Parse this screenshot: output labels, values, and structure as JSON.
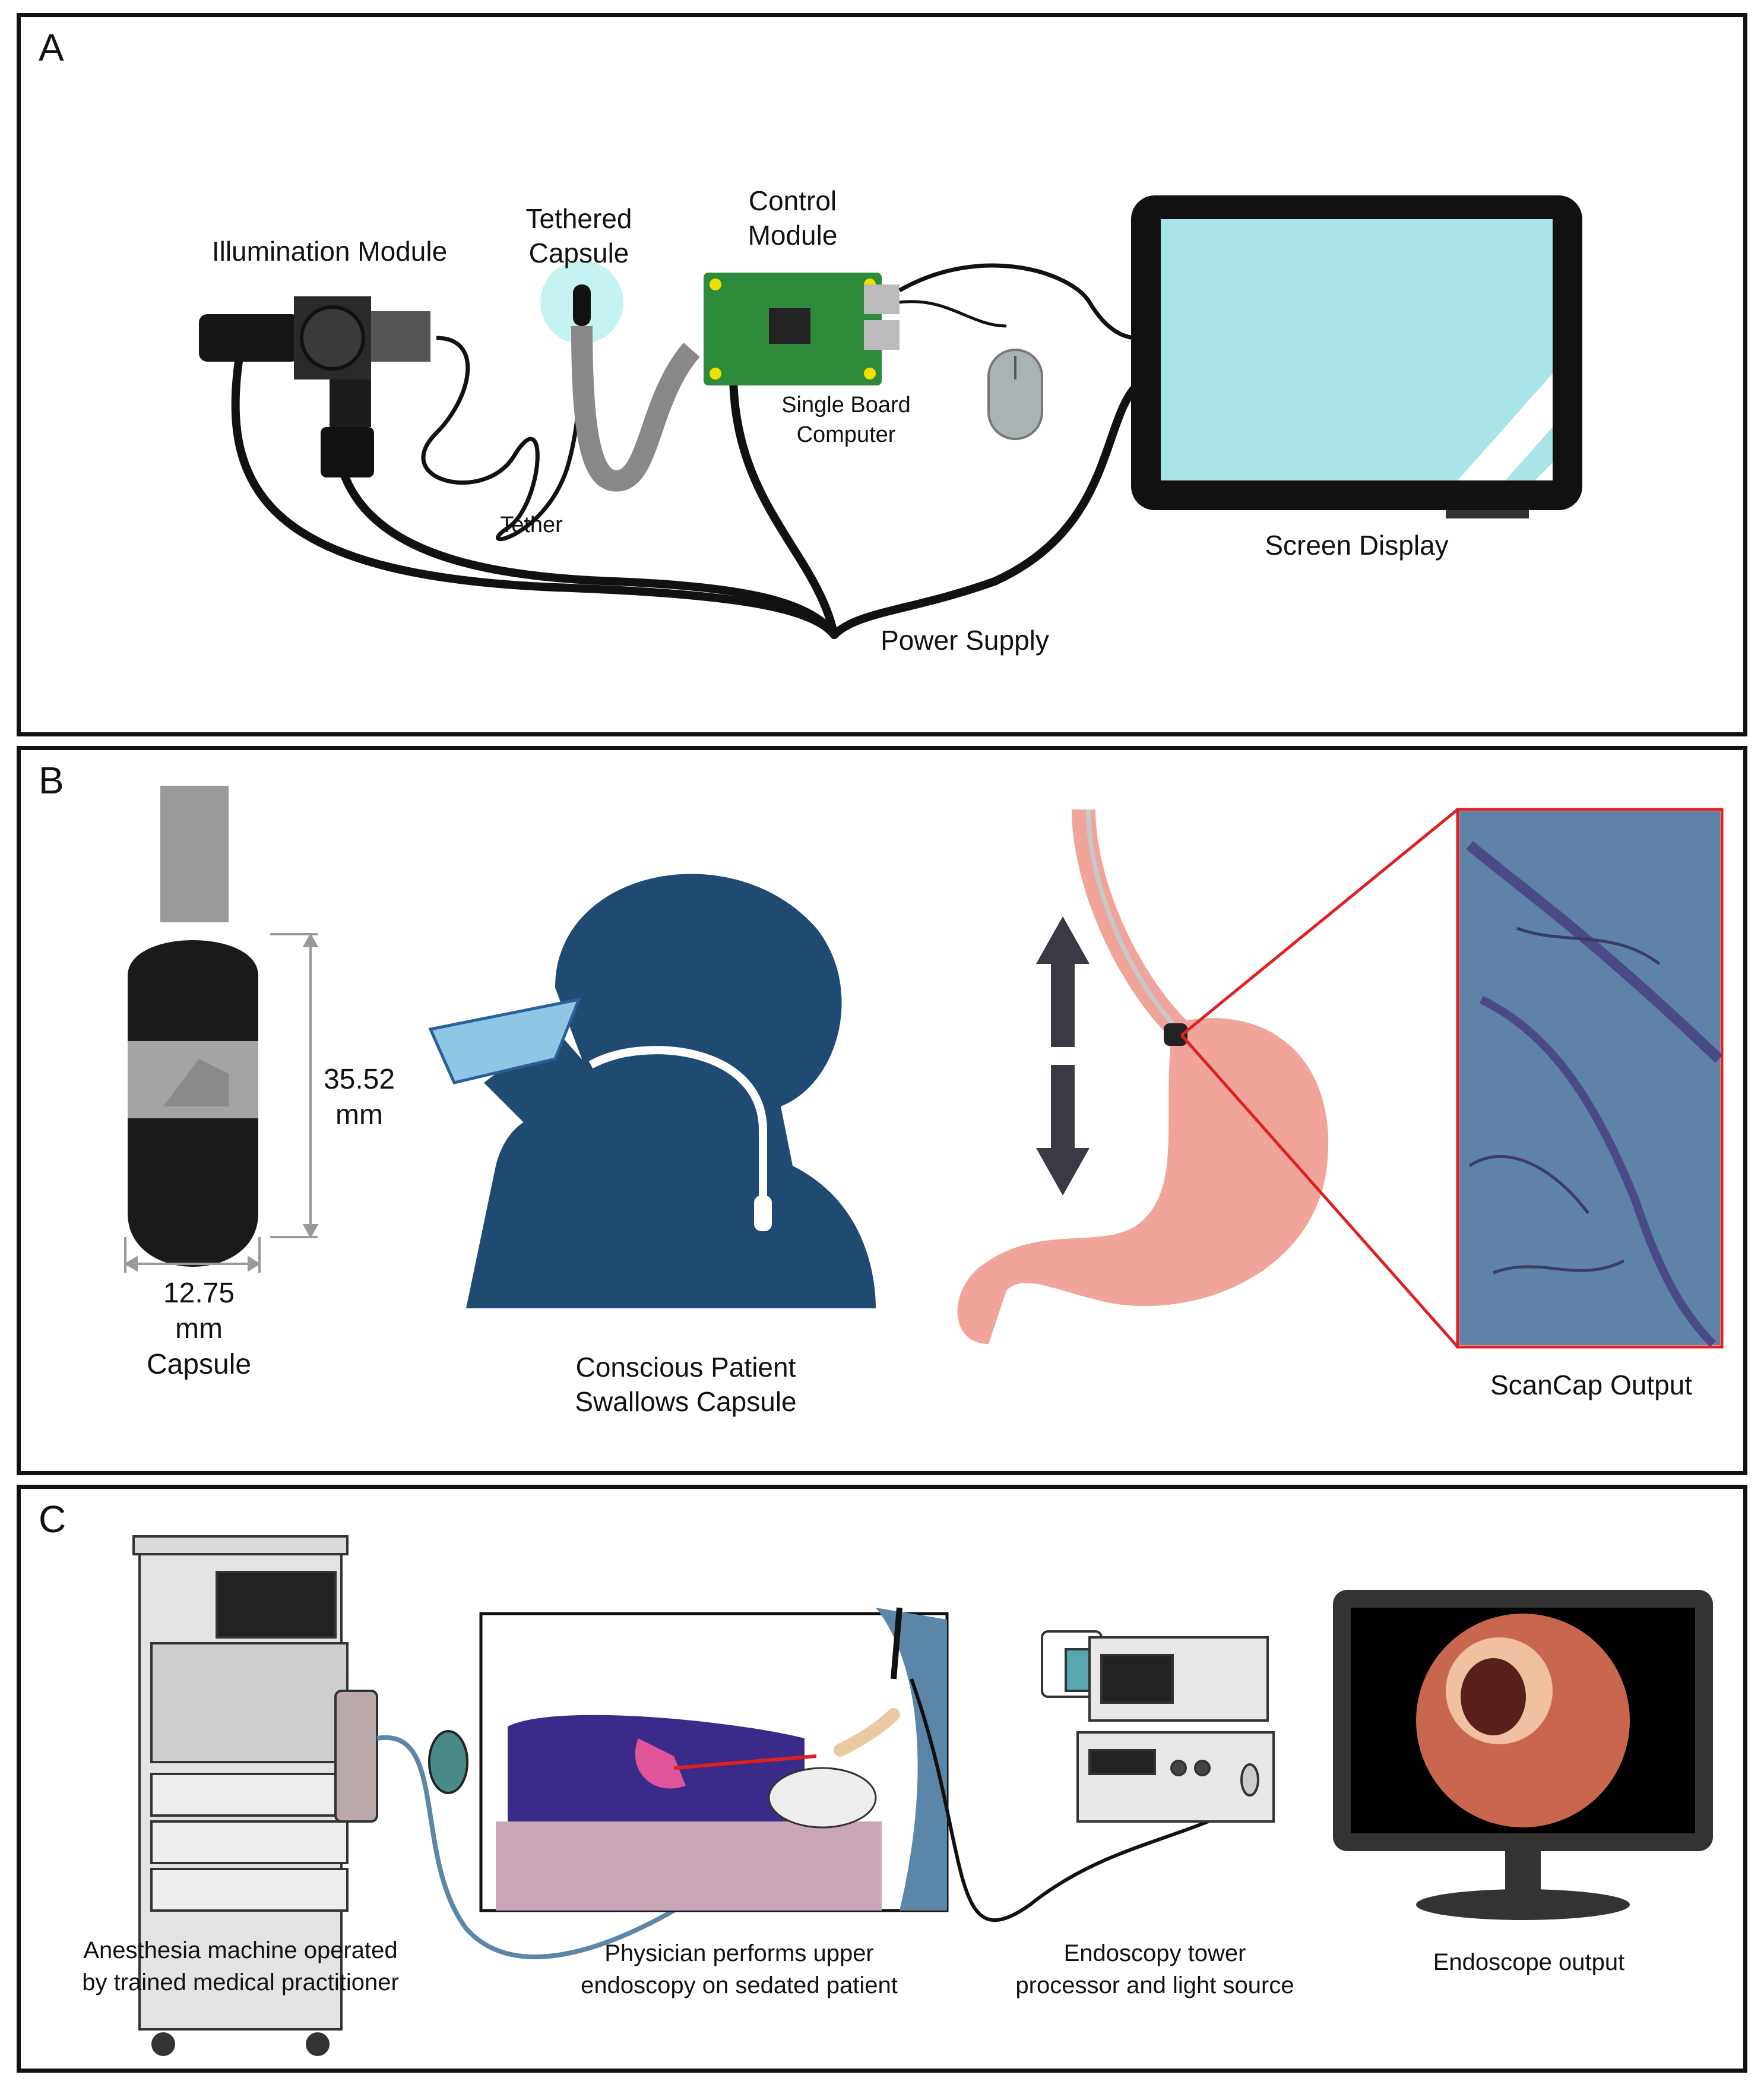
{
  "panel_a": {
    "letter": "A",
    "labels": {
      "illumination_module": "Illumination Module",
      "tethered_capsule": "Tethered\nCapsule",
      "control_module": "Control\nModule",
      "single_board_computer": "Single Board\nComputer",
      "tether": "Tether",
      "screen_display": "Screen Display",
      "power_supply": "Power Supply"
    },
    "colors": {
      "screen": "#a8e4e8",
      "board": "#2e8b3c",
      "glow": "#7fe5e0"
    }
  },
  "panel_b": {
    "letter": "B",
    "labels": {
      "height": "35.52\nmm",
      "width": "12.75\nmm",
      "capsule": "Capsule",
      "patient": "Conscious Patient\nSwallows Capsule",
      "output": "ScanCap Output"
    },
    "colors": {
      "silhouette": "#1f4a72",
      "stomach": "#f0a49a",
      "callout": "#e02020",
      "tissue": "#5f83a8"
    }
  },
  "panel_c": {
    "letter": "C",
    "labels": {
      "anesthesia": "Anesthesia machine operated\nby trained medical practitioner",
      "physician": "Physician performs upper\nendoscopy on sedated patient",
      "tower": "Endoscopy tower\nprocessor and light source",
      "endoscope_output": "Endoscope output"
    },
    "colors": {
      "patient": "#3a2a8a",
      "physician": "#5b86a8",
      "mucosa": "#c9674e"
    }
  }
}
